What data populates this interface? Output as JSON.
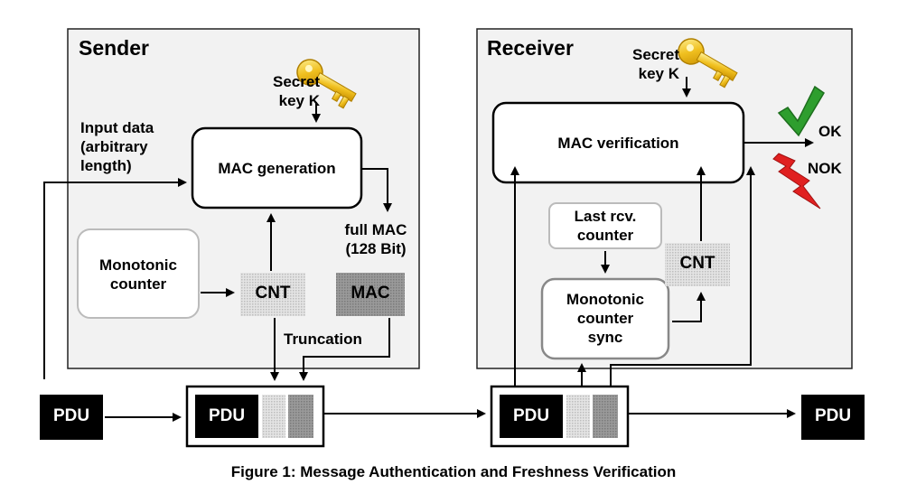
{
  "sender": {
    "title": "Sender",
    "secret_key": [
      "Secret",
      "key K"
    ],
    "input_data": [
      "Input data",
      "(arbitrary",
      "length)"
    ],
    "mac_generation": "MAC generation",
    "full_mac": [
      "full MAC",
      "(128 Bit)"
    ],
    "monotonic_counter": [
      "Monotonic",
      "counter"
    ],
    "cnt": "CNT",
    "mac": "MAC",
    "truncation": "Truncation"
  },
  "receiver": {
    "title": "Receiver",
    "secret_key": [
      "Secret",
      "key K"
    ],
    "mac_verification": "MAC verification",
    "ok": "OK",
    "nok": "NOK",
    "last_rcv_counter": [
      "Last rcv.",
      "counter"
    ],
    "cnt": "CNT",
    "counter_sync": [
      "Monotonic",
      "counter",
      "sync"
    ]
  },
  "pdu": {
    "input": "PDU",
    "sent": "PDU",
    "received": "PDU",
    "output": "PDU"
  },
  "caption": "Figure 1: Message Authentication and Freshness Verification",
  "icons": {
    "key": "key-icon",
    "check": "checkmark-icon",
    "lightning": "lightning-icon"
  },
  "colors": {
    "key_gold": "#e8b818",
    "check_green": "#2e9e2e",
    "lightning_red": "#e02020",
    "panel_bg": "#f2f2f2",
    "pdu_black": "#000000"
  }
}
